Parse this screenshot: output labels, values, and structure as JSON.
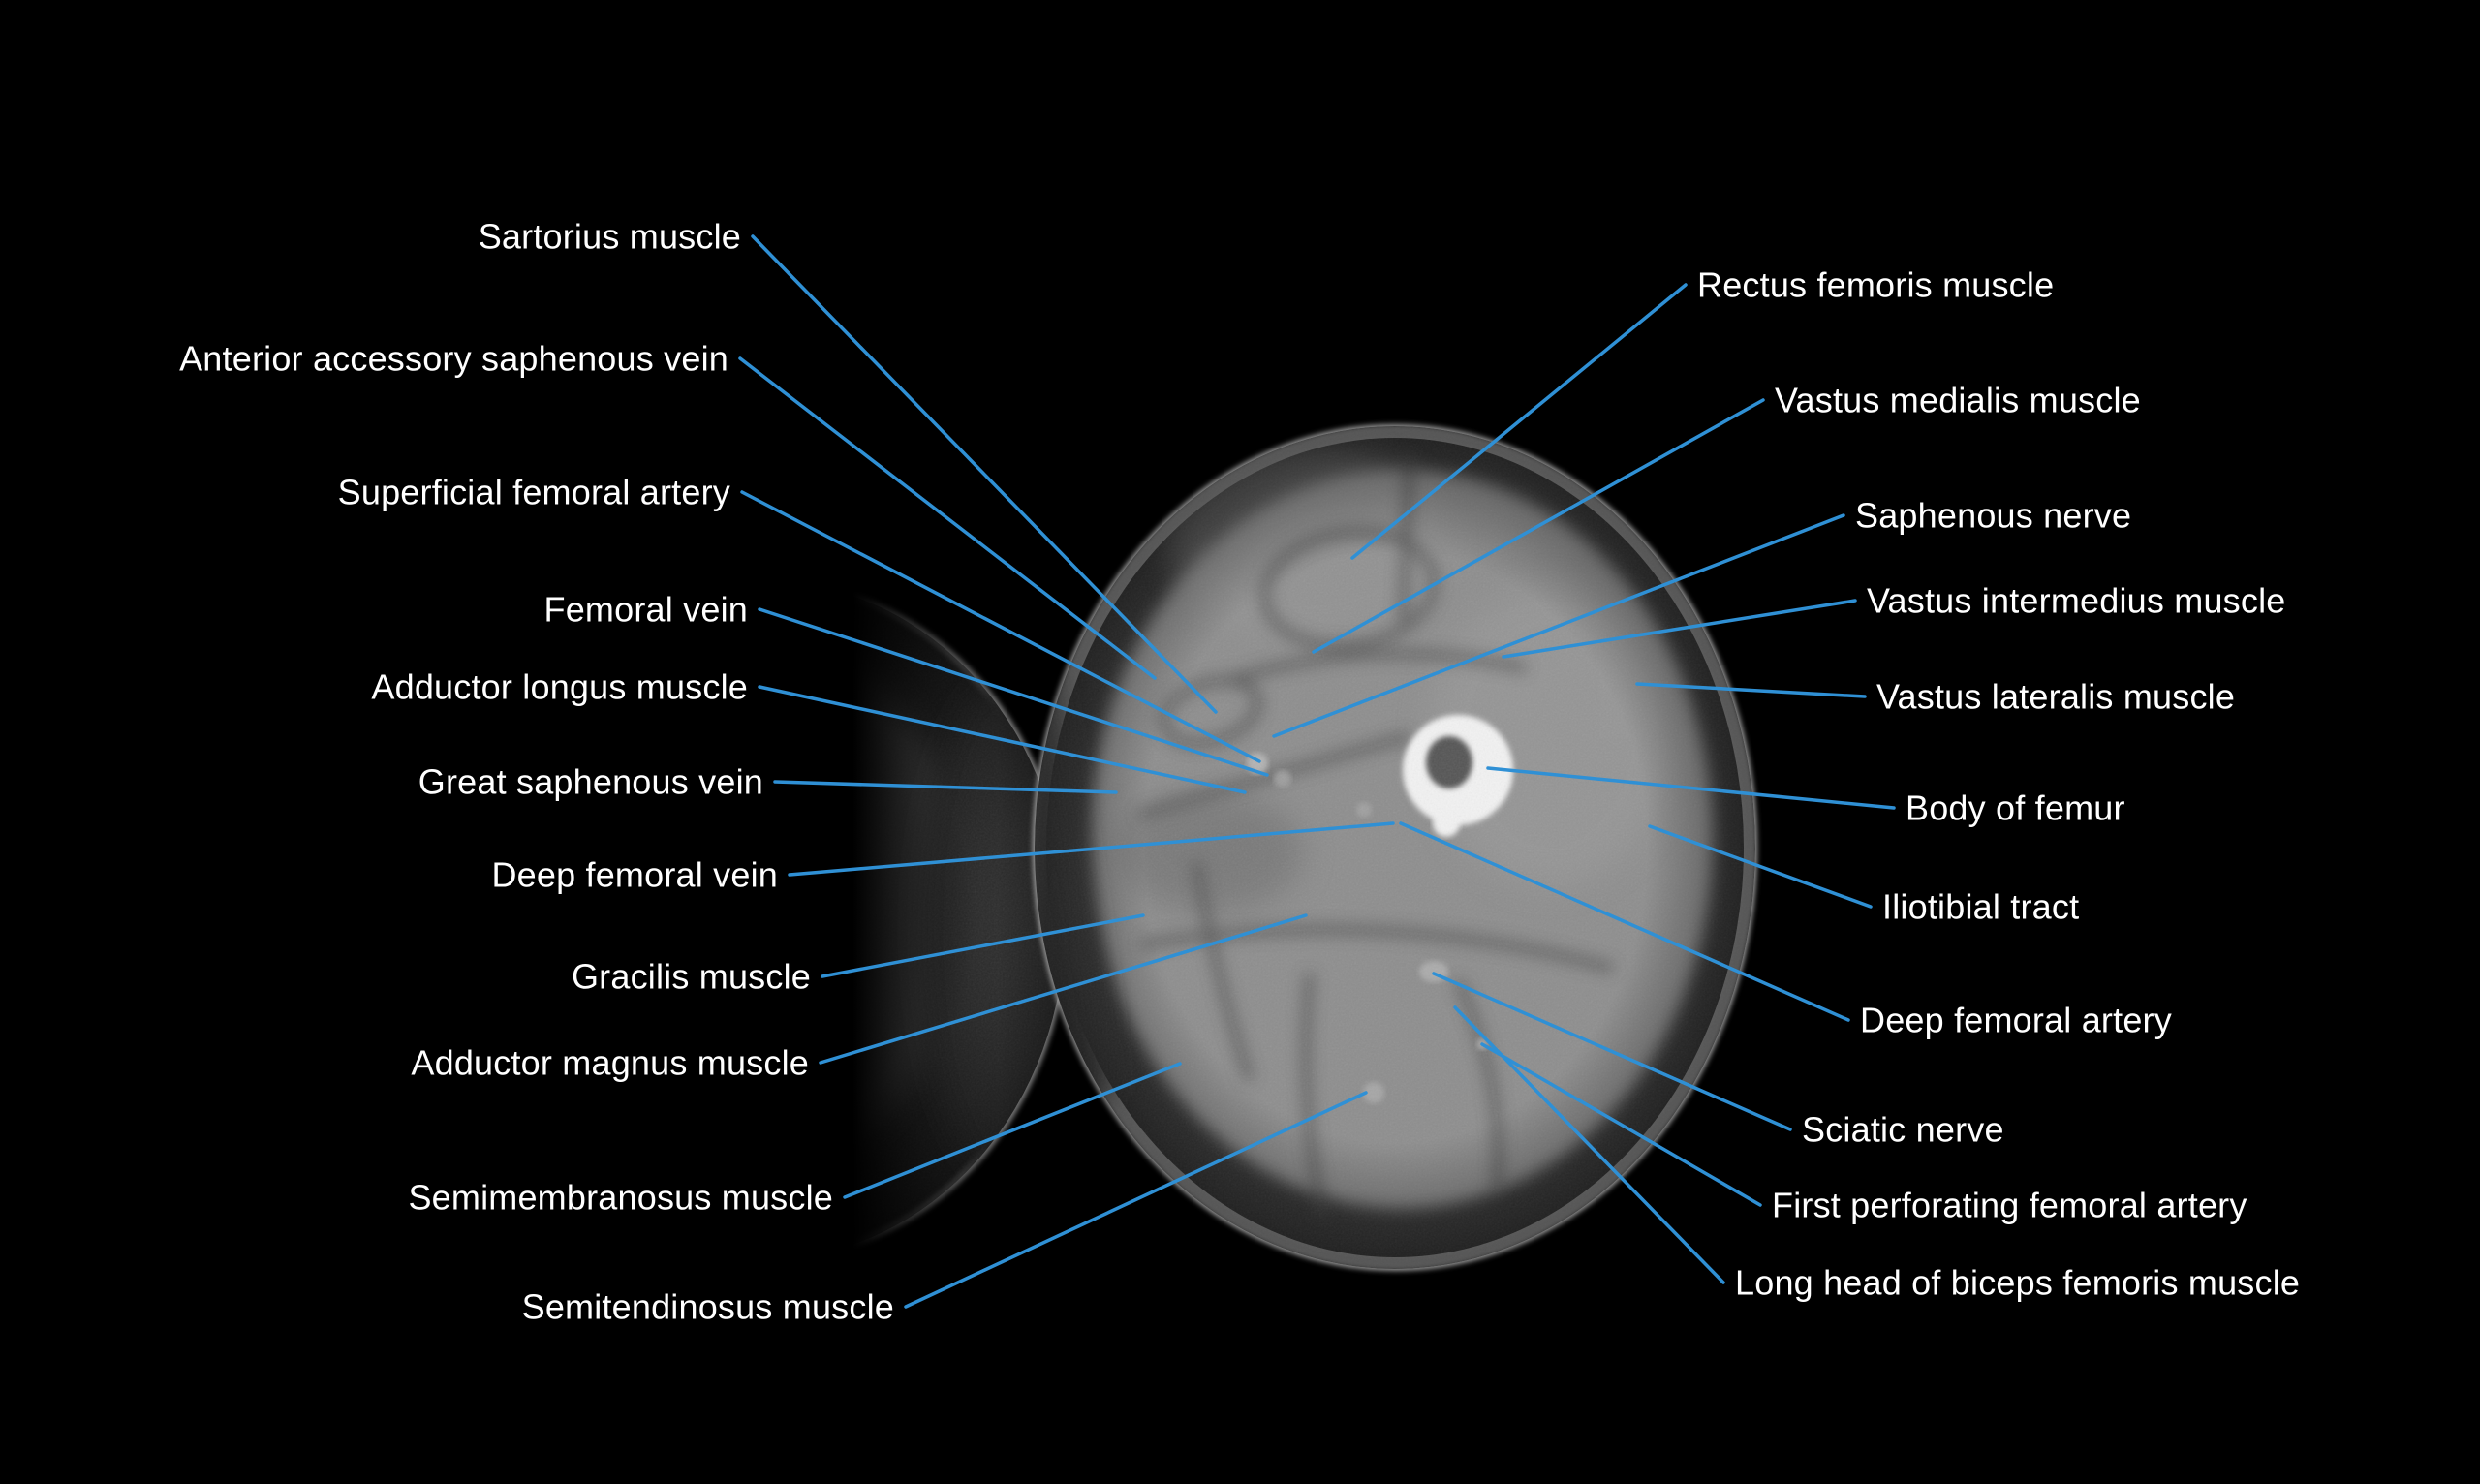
{
  "figure": {
    "kind": "axial-thigh-cross-section-scan"
  },
  "colors": {
    "background": "#000000",
    "leader_line": "#2f90d5",
    "label_text": "#ffffff",
    "scan_muscle": "#8e8e8e",
    "scan_fat": "#383838",
    "scan_bone": "#f2f2f2"
  },
  "labels": {
    "left": [
      "Sartorius muscle",
      "Anterior accessory saphenous vein",
      "Superficial femoral artery",
      "Femoral vein",
      "Adductor longus muscle",
      "Great saphenous vein",
      "Deep femoral vein",
      "Gracilis muscle",
      "Adductor magnus muscle",
      "Semimembranosus muscle",
      "Semitendinosus muscle"
    ],
    "right": [
      "Rectus femoris muscle",
      "Vastus medialis muscle",
      "Saphenous nerve",
      "Vastus intermedius muscle",
      "Vastus lateralis muscle",
      "Body of femur",
      "Iliotibial tract",
      "Deep femoral artery",
      "Sciatic nerve",
      "First perforating femoral artery",
      "Long head of biceps femoris muscle"
    ]
  }
}
